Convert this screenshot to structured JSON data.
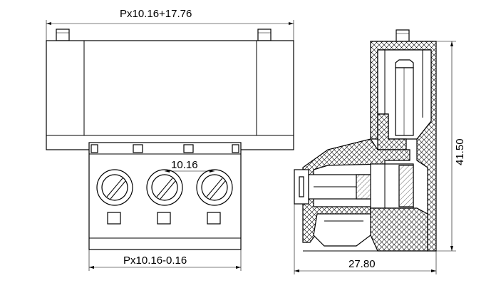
{
  "dimensions": {
    "top_width": "Px10.16+17.76",
    "pitch": "10.16",
    "bottom_width": "Px10.16-0.16",
    "side_depth": "27.80",
    "side_height": "41.50"
  },
  "terminal_count": 3
}
